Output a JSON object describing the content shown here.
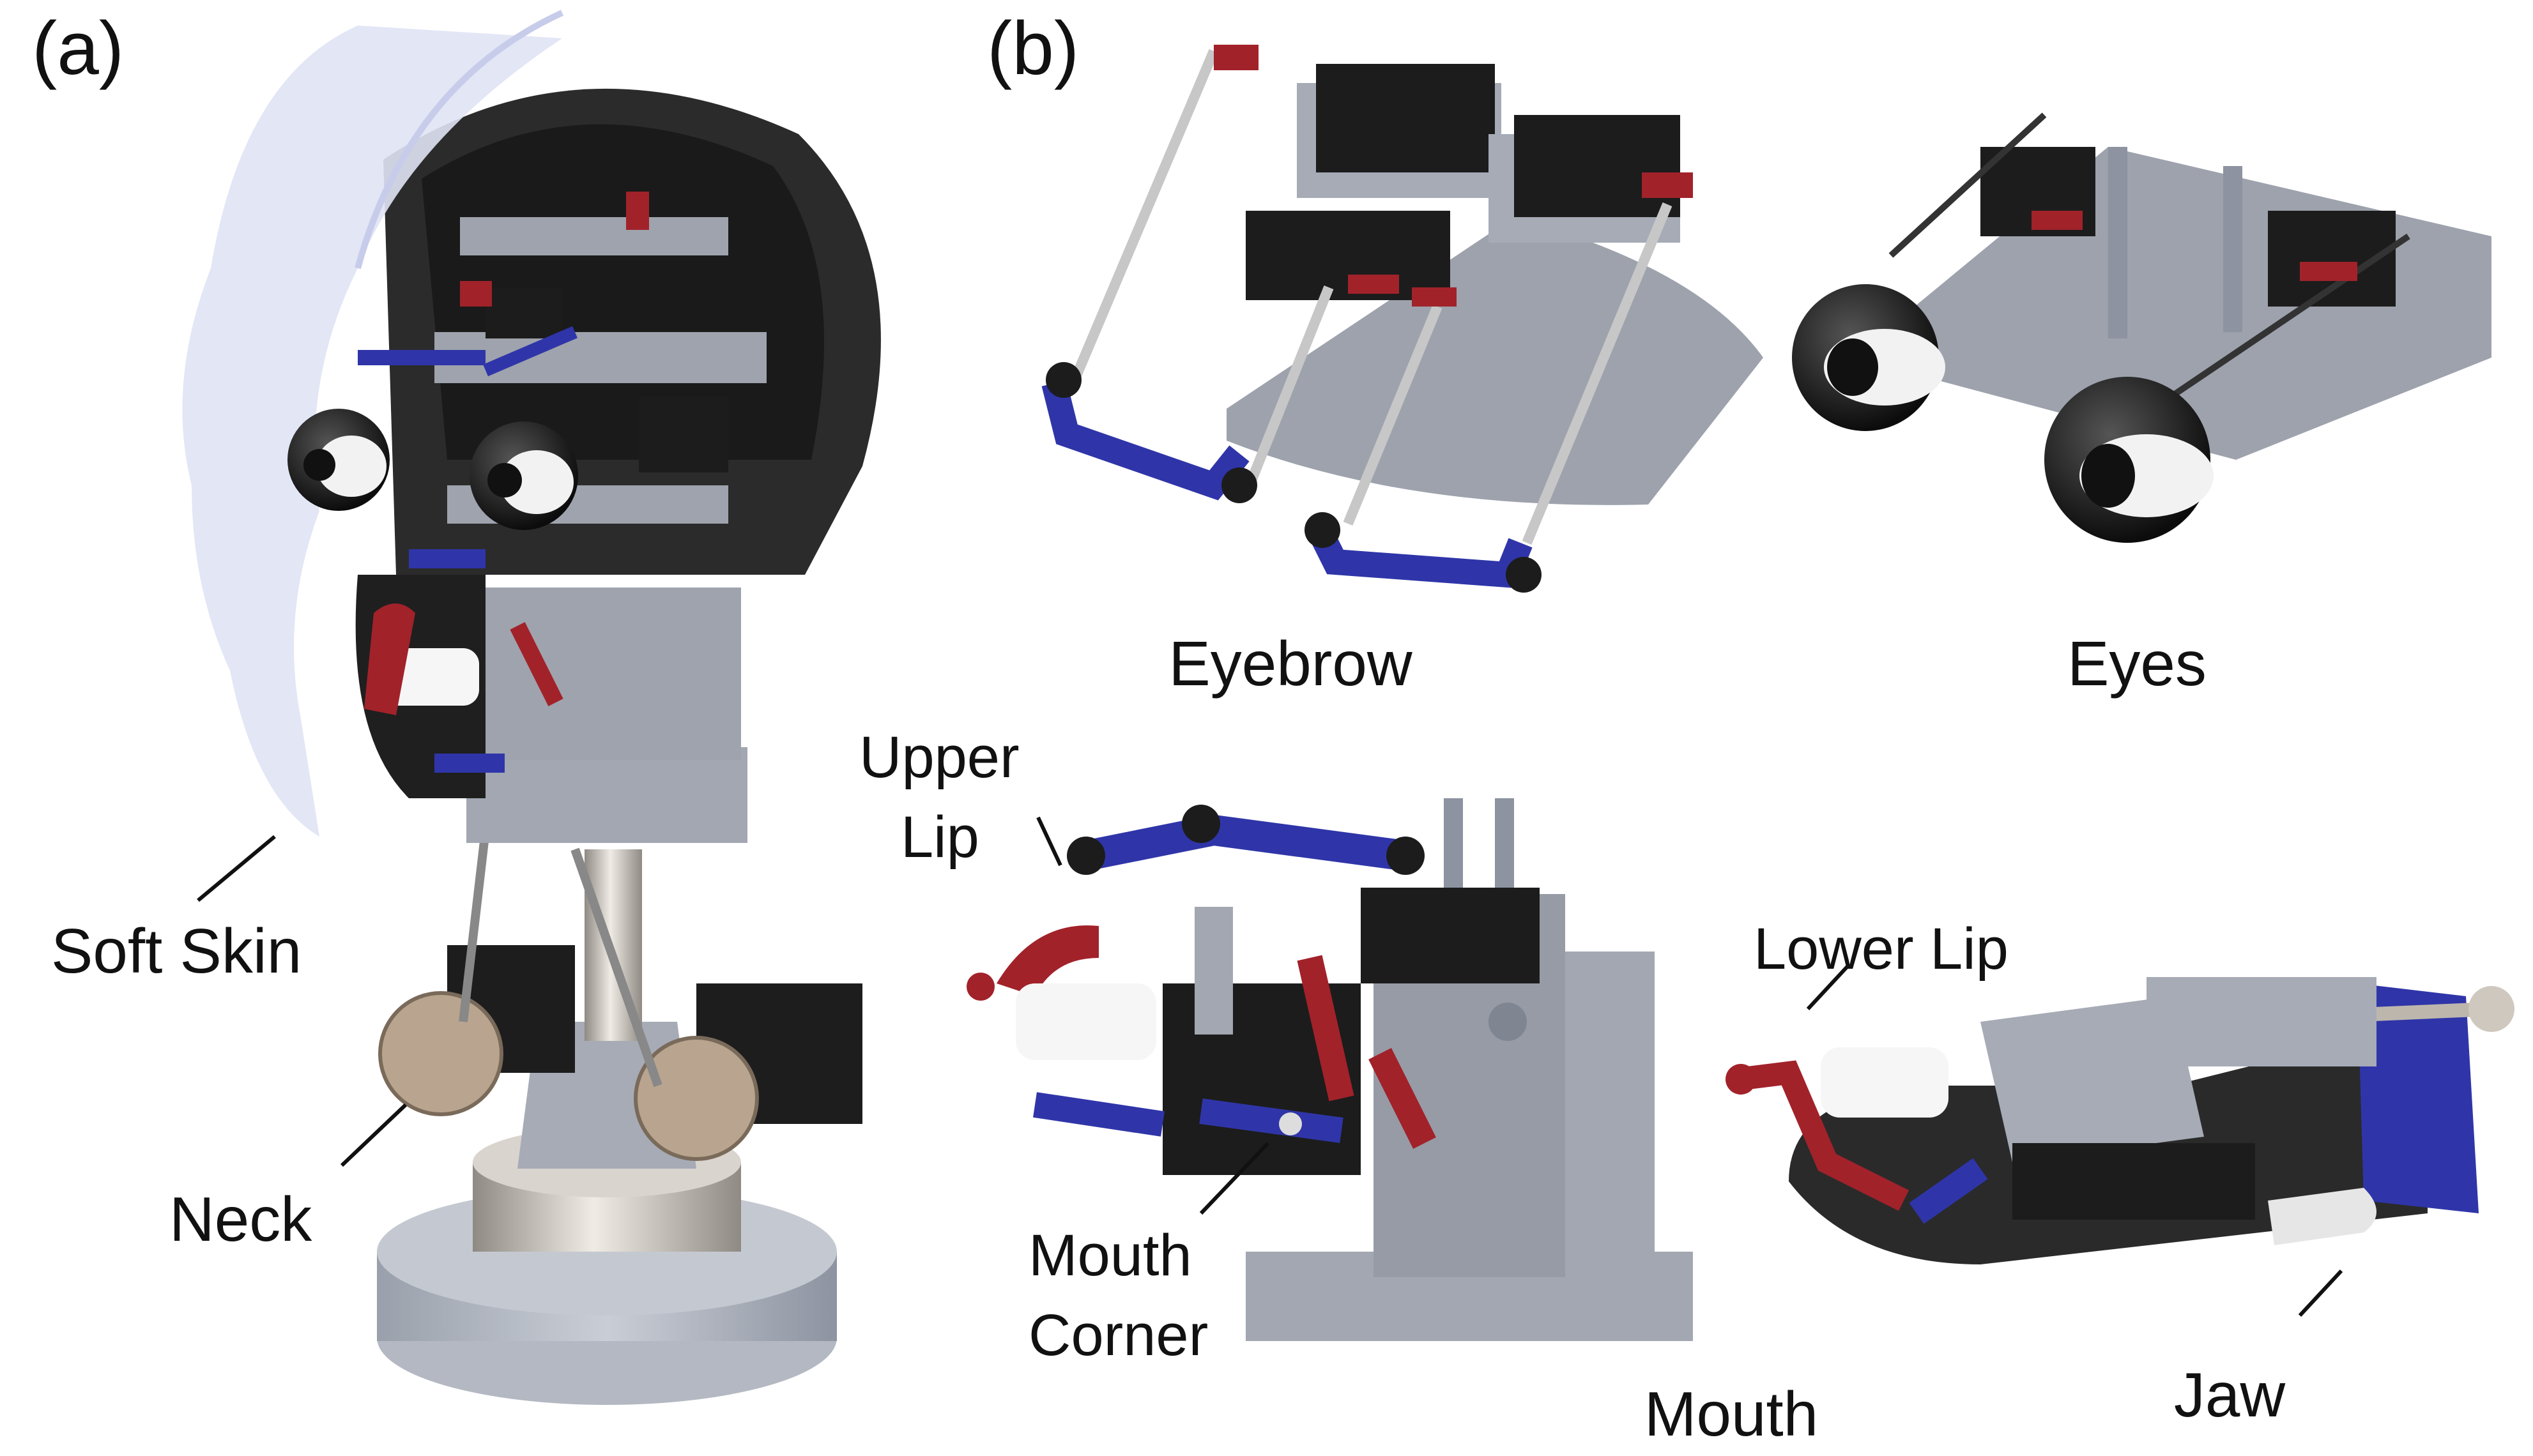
{
  "panels": {
    "a": "(a)",
    "b": "(b)"
  },
  "labels": {
    "soft_skin": "Soft Skin",
    "neck": "Neck",
    "eyebrow": "Eyebrow",
    "eyes": "Eyes",
    "upper_lip_line1": "Upper",
    "upper_lip_line2": "Lip",
    "mouth_corner_line1": "Mouth",
    "mouth_corner_line2": "Corner",
    "lower_lip": "Lower Lip",
    "mouth": "Mouth",
    "jaw": "Jaw"
  },
  "colors": {
    "dark_shell": "#2b2b2b",
    "servo_black": "#1c1c1c",
    "frame_gray": "#9ea3ad",
    "link_blue": "#2f35a8",
    "link_red": "#a2222a",
    "skin_translucent": "#dfe3f4",
    "eye_white": "#f2f2f2",
    "metal": "#c9c3bb"
  }
}
